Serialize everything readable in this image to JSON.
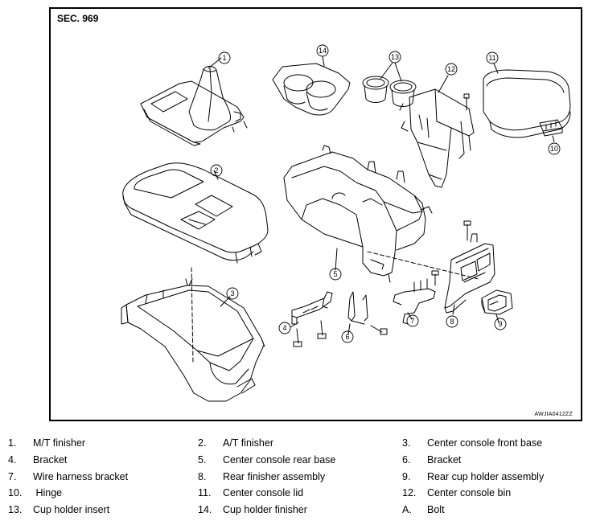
{
  "section_label": "SEC. 969",
  "figure_code": "AWJIA0412ZZ",
  "callouts": [
    "1",
    "2",
    "3",
    "4",
    "5",
    "6",
    "7",
    "8",
    "9",
    "10",
    "11",
    "12",
    "13",
    "14"
  ],
  "legend": [
    [
      {
        "num": "1.",
        "text": "M/T finisher"
      },
      {
        "num": "2.",
        "text": "A/T finisher"
      },
      {
        "num": "3.",
        "text": "Center console front base"
      }
    ],
    [
      {
        "num": "4.",
        "text": "Bracket"
      },
      {
        "num": "5.",
        "text": "Center console rear base"
      },
      {
        "num": "6.",
        "text": "Bracket"
      }
    ],
    [
      {
        "num": "7.",
        "text": "Wire harness bracket"
      },
      {
        "num": "8.",
        "text": "Rear finisher assembly"
      },
      {
        "num": "9.",
        "text": "Rear cup holder assembly"
      }
    ],
    [
      {
        "num": "10.",
        "text": " Hinge"
      },
      {
        "num": "11.",
        "text": "Center console lid"
      },
      {
        "num": "12.",
        "text": "Center console bin"
      }
    ],
    [
      {
        "num": "13.",
        "text": "Cup holder insert"
      },
      {
        "num": "14.",
        "text": "Cup holder finisher"
      },
      {
        "num": "A.",
        "text": "Bolt"
      }
    ]
  ]
}
